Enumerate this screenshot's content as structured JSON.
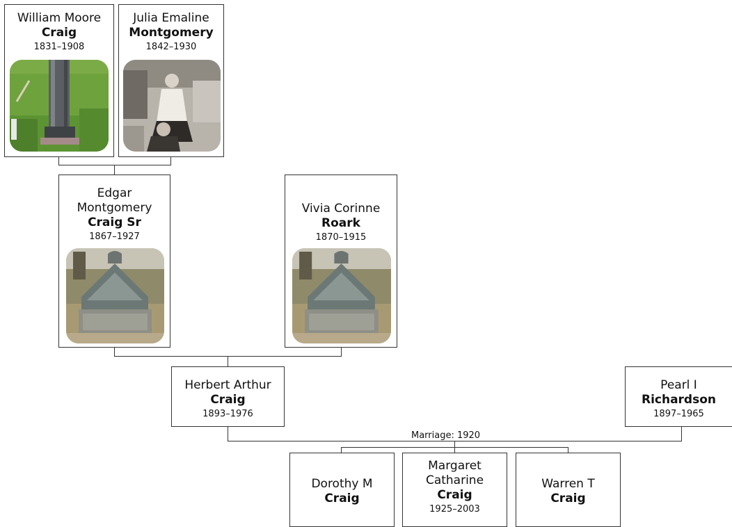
{
  "people": {
    "william": {
      "given": "William Moore",
      "surname": "Craig",
      "dates": "1831–1908",
      "photo": "gravestone-photo"
    },
    "julia": {
      "given": "Julia Emaline",
      "surname": "Montgomery",
      "dates": "1842–1930",
      "photo": "portrait-photo"
    },
    "edgar": {
      "given_line1": "Edgar",
      "given_line2": "Montgomery",
      "surname": "Craig Sr",
      "dates": "1867–1927",
      "photo": "gravestone-photo"
    },
    "vivia": {
      "given": "Vivia Corinne",
      "surname": "Roark",
      "dates": "1870–1915",
      "photo": "gravestone-photo"
    },
    "herbert": {
      "given": "Herbert Arthur",
      "surname": "Craig",
      "dates": "1893–1976"
    },
    "pearl": {
      "given": "Pearl I",
      "surname": "Richardson",
      "dates": "1897–1965"
    },
    "dorothy": {
      "given": "Dorothy M",
      "surname": "Craig"
    },
    "margaret": {
      "given_line1": "Margaret",
      "given_line2": "Catharine",
      "surname": "Craig",
      "dates": "1925–2003"
    },
    "warren": {
      "given": "Warren T",
      "surname": "Craig"
    }
  },
  "marriage_label": "Marriage: 1920",
  "colors": {
    "border": "#333333",
    "line": "#333333",
    "background": "#ffffff"
  }
}
